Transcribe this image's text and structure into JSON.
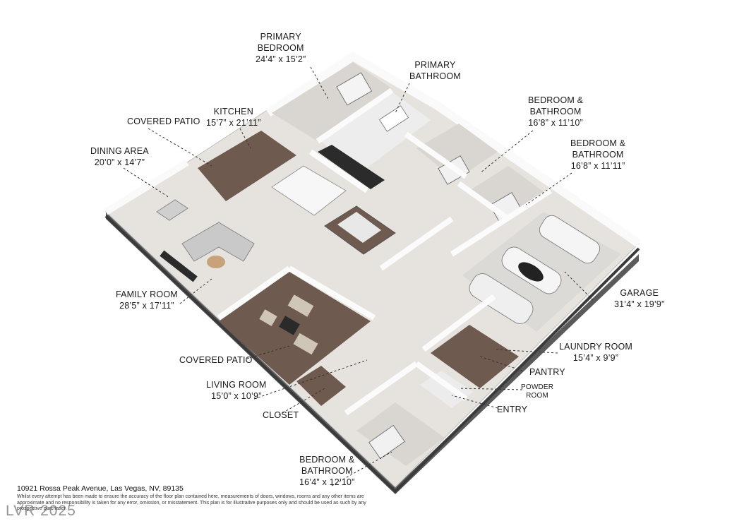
{
  "rooms": {
    "primary_bedroom": {
      "name_line1": "PRIMARY",
      "name_line2": "BEDROOM",
      "dim": "24’4” x 15’2”"
    },
    "primary_bathroom": {
      "name_line1": "PRIMARY",
      "name_line2": "BATHROOM"
    },
    "bedroom_bathroom_1": {
      "name_line1": "BEDROOM &",
      "name_line2": "BATHROOM",
      "dim": "16’8” x 11’10”"
    },
    "bedroom_bathroom_2": {
      "name_line1": "BEDROOM &",
      "name_line2": "BATHROOM",
      "dim": "16’8” x 11’11”"
    },
    "kitchen": {
      "name": "KITCHEN",
      "dim": "15’7” x 21’11”"
    },
    "covered_patio_top": {
      "name": "COVERED PATIO"
    },
    "dining_area": {
      "name": "DINING AREA",
      "dim": "20’0” x 14’7”"
    },
    "family_room": {
      "name": "FAMILY ROOM",
      "dim": "28’5” x 17’11”"
    },
    "garage": {
      "name": "GARAGE",
      "dim": "31’4” x 19’9”"
    },
    "laundry_room": {
      "name": "LAUNDRY ROOM",
      "dim": "15’4” x 9’9”"
    },
    "pantry": {
      "name": "PANTRY"
    },
    "powder_room": {
      "name_line1": "POWDER",
      "name_line2": "ROOM"
    },
    "entry": {
      "name": "ENTRY"
    },
    "covered_patio_bottom": {
      "name": "COVERED PATIO"
    },
    "living_room": {
      "name": "LIVING ROOM",
      "dim": "15’0” x 10’9”"
    },
    "closet": {
      "name": "CLOSET"
    },
    "bedroom_bathroom_3": {
      "name_line1": "BEDROOM &",
      "name_line2": "BATHROOM",
      "dim": "16’4” x 12’10”"
    }
  },
  "footer": {
    "address": "10921 Rossa Peak Avenue, Las Vegas, NV, 89135",
    "disclaimer": "Whilst every attempt has been made to ensure the accuracy of the floor plan contained here, measurements of doors, windows, rooms and any other items are approximate and no responsibility is taken for any error, omission, or misstatement. This plan is for illustrative purposes only and should be used as such by any prospective purchaser."
  },
  "watermark": "LVR 2025",
  "colors": {
    "floor": "#e6e3de",
    "wall_top": "#fafafa",
    "wall_side": "#8e8e8e",
    "wall_dark": "#2a2a2a",
    "patio": "#6e5a4e",
    "bedroom_floor": "#d9d6d1"
  }
}
